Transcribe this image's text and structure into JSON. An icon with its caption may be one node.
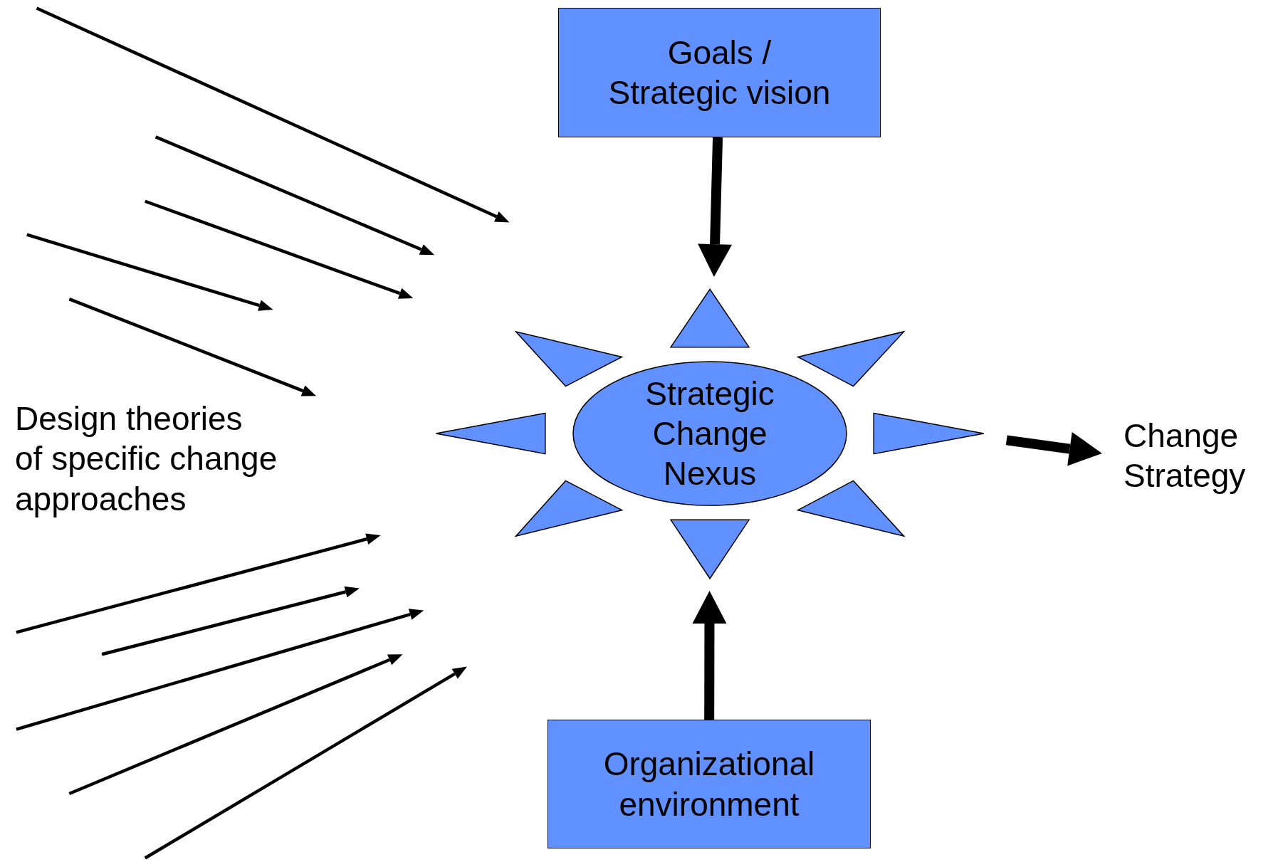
{
  "diagram": {
    "nodes": [
      {
        "text": [
          "Goals / Strategic vision"
        ]
      },
      {
        "text": [
          "Strategic Change Nexus"
        ]
      },
      {
        "text": [
          "Organizational environment"
        ]
      },
      {
        "text": [
          "Design theories of specific change approaches"
        ]
      },
      {
        "text": [
          "Change Strategy"
        ]
      }
    ],
    "edges": [
      {
        "from": 0,
        "to": 1,
        "arrow": "to"
      },
      {
        "from": 2,
        "to": 1,
        "arrow": "to"
      },
      {
        "from": 1,
        "to": 4,
        "arrow": "to"
      }
    ]
  }
}
